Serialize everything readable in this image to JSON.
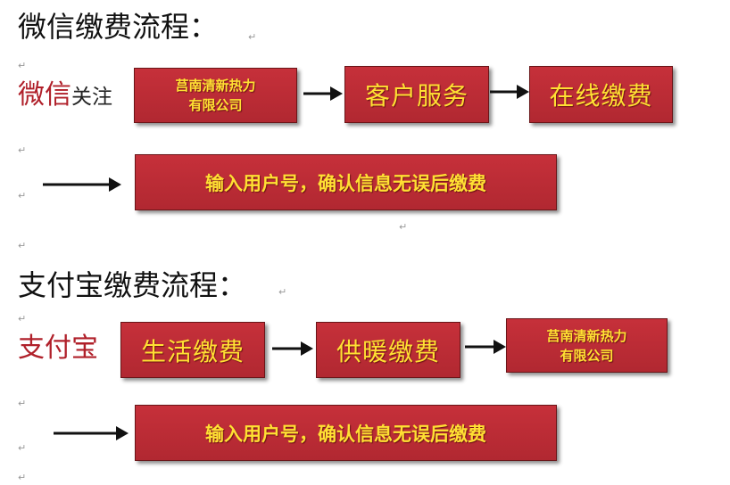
{
  "wechat": {
    "title": "微信缴费流程：",
    "lead_red": "微信",
    "lead_black": "关注",
    "steps": [
      "莒南清新热力\n有限公司",
      "客户服务",
      "在线缴费"
    ],
    "final": "输入用户号，确认信息无误后缴费"
  },
  "alipay": {
    "title": "支付宝缴费流程：",
    "lead_red": "支付宝",
    "steps": [
      "生活缴费",
      "供暖缴费",
      "莒南清新热力\n有限公司"
    ],
    "final": "输入用户号，确认信息无误后缴费"
  },
  "colors": {
    "box_fill": "#c02c35",
    "box_text": "#ffe033",
    "lead_red": "#b0202a"
  },
  "icons": {
    "arrow": "right-arrow-icon",
    "paragraph_mark": "return-mark-icon"
  }
}
